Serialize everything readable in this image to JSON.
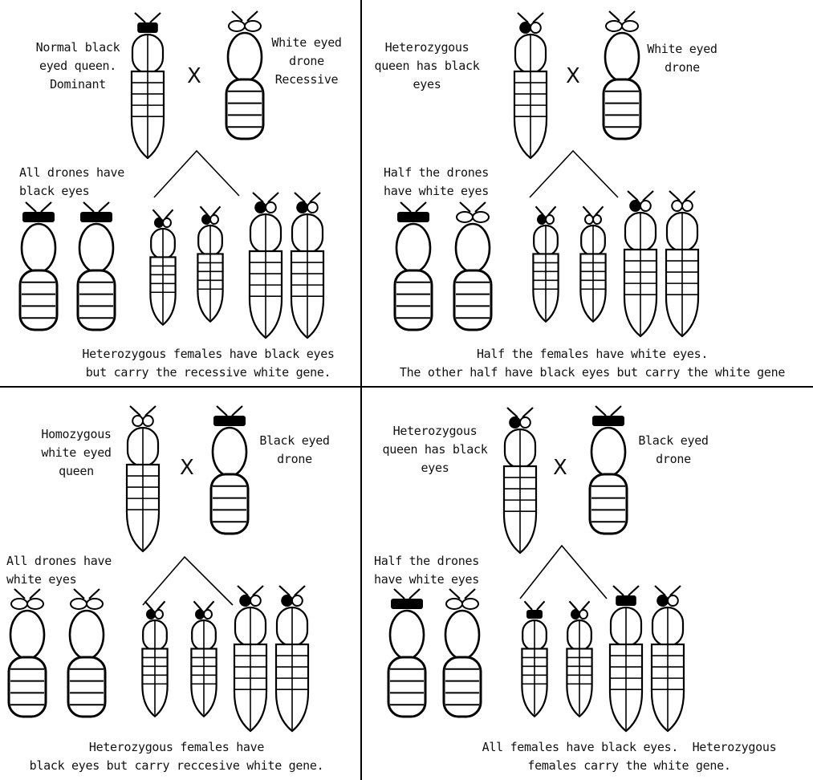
{
  "panels": [
    {
      "id": "p1",
      "parent_labels": [
        "Normal black\neyed queen.\nDominant",
        "White eyed\ndrone\nRecessive"
      ],
      "cross_symbol": "X",
      "drone_note": "All drones have\nblack eyes",
      "female_note": "Heterozygous females have black eyes\nbut carry the recessive white gene.",
      "queen_eye": "black",
      "drone_eye": "white",
      "offspring_drone_eyes": [
        "black",
        "black"
      ],
      "offspring_female_eyes": [
        "het",
        "het",
        "het",
        "het"
      ]
    },
    {
      "id": "p2",
      "parent_labels": [
        "Heterozygous\nqueen has black\neyes",
        "White eyed\ndrone"
      ],
      "cross_symbol": "X",
      "drone_note": "Half the drones\nhave white eyes",
      "female_note": "Half the females have white eyes.\nThe other half have black eyes but carry the white gene",
      "queen_eye": "het",
      "drone_eye": "white",
      "offspring_drone_eyes": [
        "black",
        "white"
      ],
      "offspring_female_eyes": [
        "het",
        "white",
        "het",
        "white"
      ]
    },
    {
      "id": "p3",
      "parent_labels": [
        "Homozygous\nwhite eyed\nqueen",
        "Black eyed\ndrone"
      ],
      "cross_symbol": "X",
      "drone_note": "All drones have\nwhite eyes",
      "female_note": "Heterozygous females have\nblack eyes but carry reccesive white gene.",
      "queen_eye": "white",
      "drone_eye": "black",
      "offspring_drone_eyes": [
        "white",
        "white"
      ],
      "offspring_female_eyes": [
        "het",
        "het",
        "het",
        "het"
      ]
    },
    {
      "id": "p4",
      "parent_labels": [
        "Heterozygous\nqueen has black\neyes",
        "Black eyed\ndrone"
      ],
      "cross_symbol": "X",
      "drone_note": "Half the drones\nhave white eyes",
      "female_note": "All females have black eyes.  Heterozygous\nfemales carry the white gene.",
      "queen_eye": "het",
      "drone_eye": "black",
      "offspring_drone_eyes": [
        "black",
        "white"
      ],
      "offspring_female_eyes": [
        "black",
        "het",
        "black",
        "het"
      ]
    }
  ],
  "colors": {
    "ink": "#000000",
    "background": "#ffffff"
  }
}
